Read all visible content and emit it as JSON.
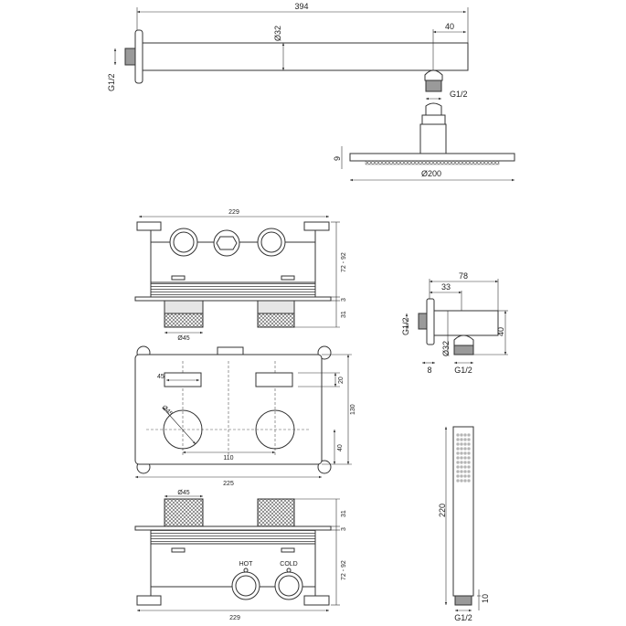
{
  "shower_arm": {
    "length": "394",
    "diameter": "Ø32",
    "offset": "40",
    "wall_thread": "G1/2",
    "outlet_thread": "G1/2"
  },
  "shower_head": {
    "thickness": "9",
    "diameter": "Ø200"
  },
  "valve_top_view": {
    "width": "229",
    "depth": "72 - 92",
    "plate": "3",
    "knob_height": "31",
    "knob_diameter": "Ø45"
  },
  "valve_front_view": {
    "height": "130",
    "width": "225",
    "cutout_width": "45",
    "cutout_height": "20",
    "knob_diameter": "Ø45",
    "knob_spacing": "110",
    "knob_offset": "40"
  },
  "valve_bottom_view": {
    "width": "229",
    "depth": "72 - 92",
    "plate": "3",
    "knob_height": "31",
    "knob_diameter": "Ø45",
    "hot_label": "HOT",
    "cold_label": "COLD"
  },
  "wall_outlet": {
    "length": "78",
    "outlet_position": "33",
    "height": "40",
    "outlet_diameter": "Ø32",
    "flange": "8",
    "wall_thread": "G1/2",
    "outlet_thread": "G1/2"
  },
  "hand_shower": {
    "length": "220",
    "thread_length": "10",
    "thread": "G1/2"
  }
}
